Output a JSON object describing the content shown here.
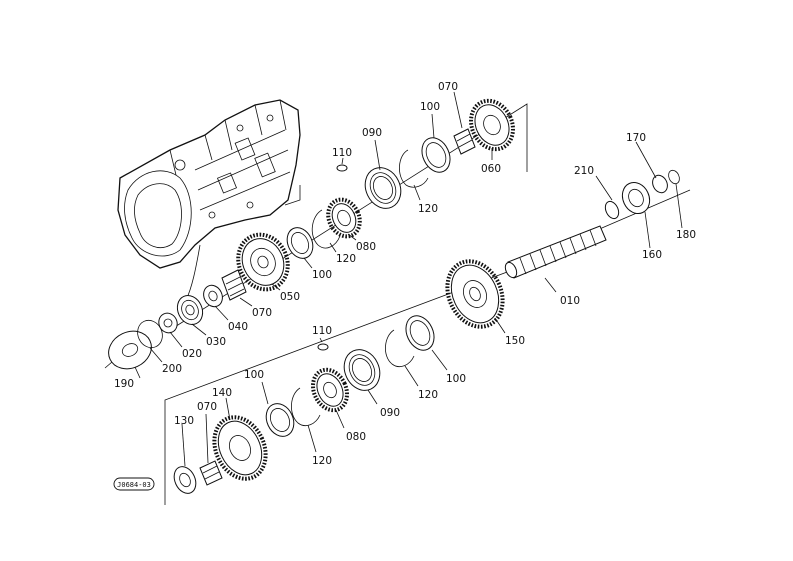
{
  "diagram": {
    "stamp_code": "J0684-03",
    "parts": {
      "p010": "010",
      "p020": "020",
      "p030": "030",
      "p040": "040",
      "p050": "050",
      "p060": "060",
      "p070_a": "070",
      "p070_b": "070",
      "p070_c": "070",
      "p080_a": "080",
      "p080_b": "080",
      "p090_a": "090",
      "p090_b": "090",
      "p100_a": "100",
      "p100_b": "100",
      "p100_c": "100",
      "p100_d": "100",
      "p110_a": "110",
      "p110_b": "110",
      "p120_a": "120",
      "p120_b": "120",
      "p120_c": "120",
      "p120_d": "120",
      "p130": "130",
      "p140": "140",
      "p150": "150",
      "p160": "160",
      "p170": "170",
      "p180": "180",
      "p190": "190",
      "p200": "200",
      "p210": "210"
    }
  }
}
